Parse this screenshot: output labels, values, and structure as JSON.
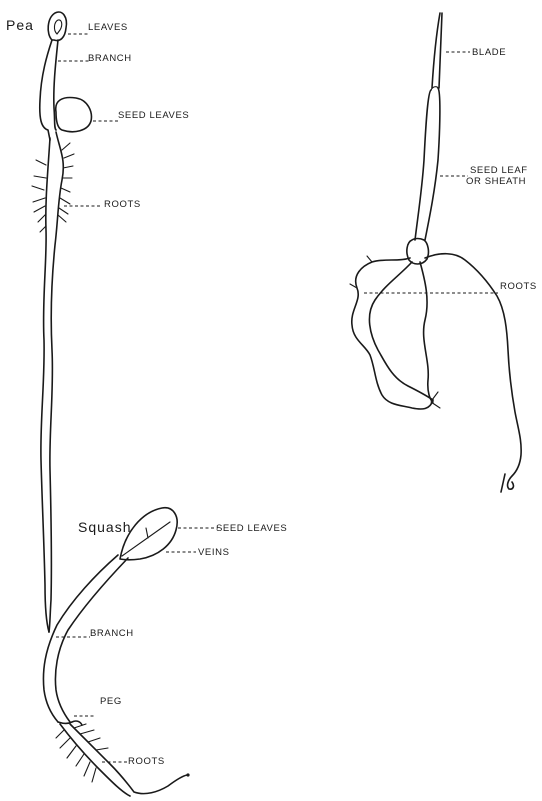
{
  "pea": {
    "title": "Pea",
    "labels": {
      "leaves": "LEAVES",
      "branch": "BRANCH",
      "seed_leaves": "SEED LEAVES",
      "roots": "ROOTS"
    }
  },
  "grass": {
    "labels": {
      "blade": "BLADE",
      "seed_leaf_line1": "SEED LEAF",
      "seed_leaf_line2": "OR SHEATH",
      "roots": "ROOTS"
    }
  },
  "squash": {
    "title": "Squash",
    "labels": {
      "seed_leaves": "SEED LEAVES",
      "veins": "VEINS",
      "branch": "BRANCH",
      "peg": "PEG",
      "roots": "ROOTS"
    }
  }
}
